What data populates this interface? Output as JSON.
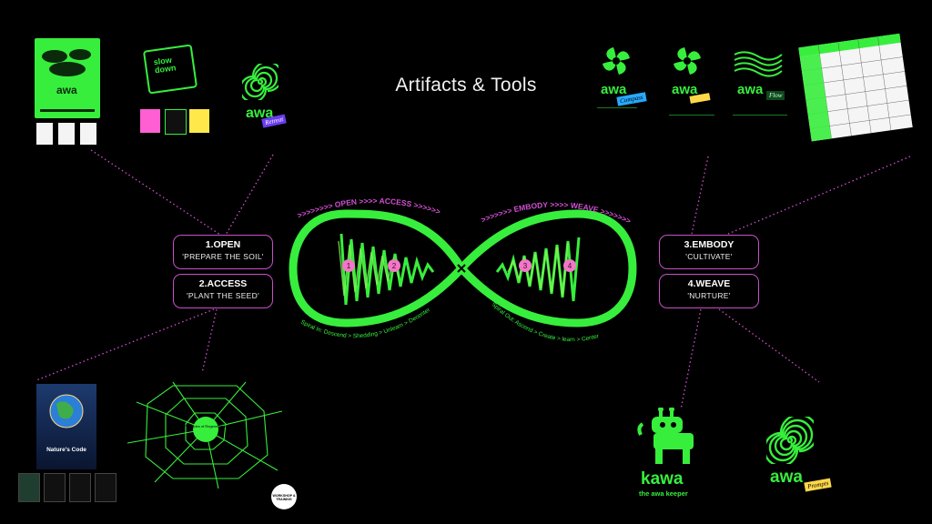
{
  "title": "Artifacts & Tools",
  "stages": [
    {
      "name": "1.OPEN",
      "subtitle": "'PREPARE THE SOIL'"
    },
    {
      "name": "2.ACCESS",
      "subtitle": "'PLANT THE SEED'"
    },
    {
      "name": "3.EMBODY",
      "subtitle": "'CULTIVATE'"
    },
    {
      "name": "4.WEAVE",
      "subtitle": "'NURTURE'"
    }
  ],
  "loop": {
    "top_left_label": ">>>>>>>> OPEN >>>> ACCESS >>>>>>",
    "top_right_label": ">>>>>>> EMBODY >>>> WEAVE >>>>>>>",
    "bottom_left_label": "Spiral In: Descend > Shedding > Unlearn > Decenter",
    "bottom_right_label": "Spiral Out: Ascend > Create > learn > Center",
    "markers": [
      "1",
      "2",
      "3",
      "4"
    ]
  },
  "artifacts": {
    "awa_word": "awa",
    "slow_down": "slow down",
    "retreat_tag": "Retreat",
    "compass_tag": "Compass",
    "flow_tag": "Flow",
    "prompts_tag": "Prompts",
    "kawa_word": "kawa",
    "kawa_tagline": "the awa keeper",
    "natures_code_title": "Nature's Code",
    "web_center": "Principles of Regeneration",
    "workshop_badge": "WORKSHOP & TRAINING"
  },
  "colors": {
    "background": "#000000",
    "accent_green": "#37ee3d",
    "accent_magenta": "#d24fd2",
    "marker_pink": "#f277c6"
  }
}
